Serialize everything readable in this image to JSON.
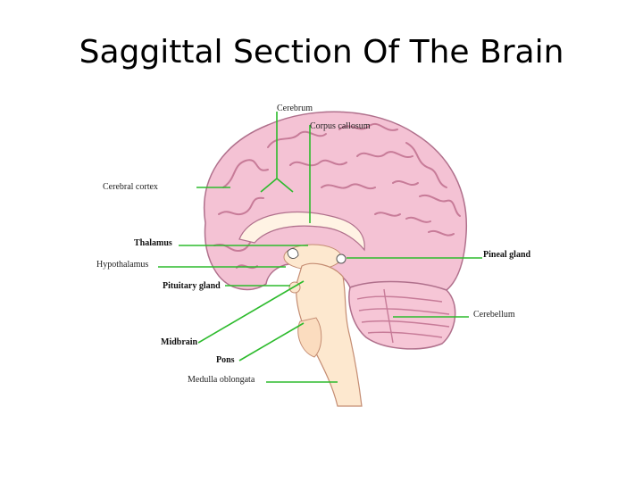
{
  "title": "Saggittal Section Of The Brain",
  "labels": {
    "cerebrum": "Cerebrum",
    "corpus_callosum": "Corpus callosum",
    "cerebral_cortex": "Cerebral cortex",
    "thalamus": "Thalamus",
    "hypothalamus": "Hypothalamus",
    "pineal_gland": "Pineal gland",
    "pituitary_gland": "Pituitary gland",
    "cerebellum": "Cerebellum",
    "midbrain": "Midbrain",
    "pons": "Pons",
    "medulla_oblongata": "Medulla oblongata"
  },
  "colors": {
    "brain_fill": "#f4c2d4",
    "brain_outline": "#b0708c",
    "gyri": "#c77b98",
    "corpus_callosum": "#fff3e4",
    "brainstem": "#fde8cf",
    "cerebellum": "#f6c6d6",
    "leader_line": "#2dbb2d"
  }
}
